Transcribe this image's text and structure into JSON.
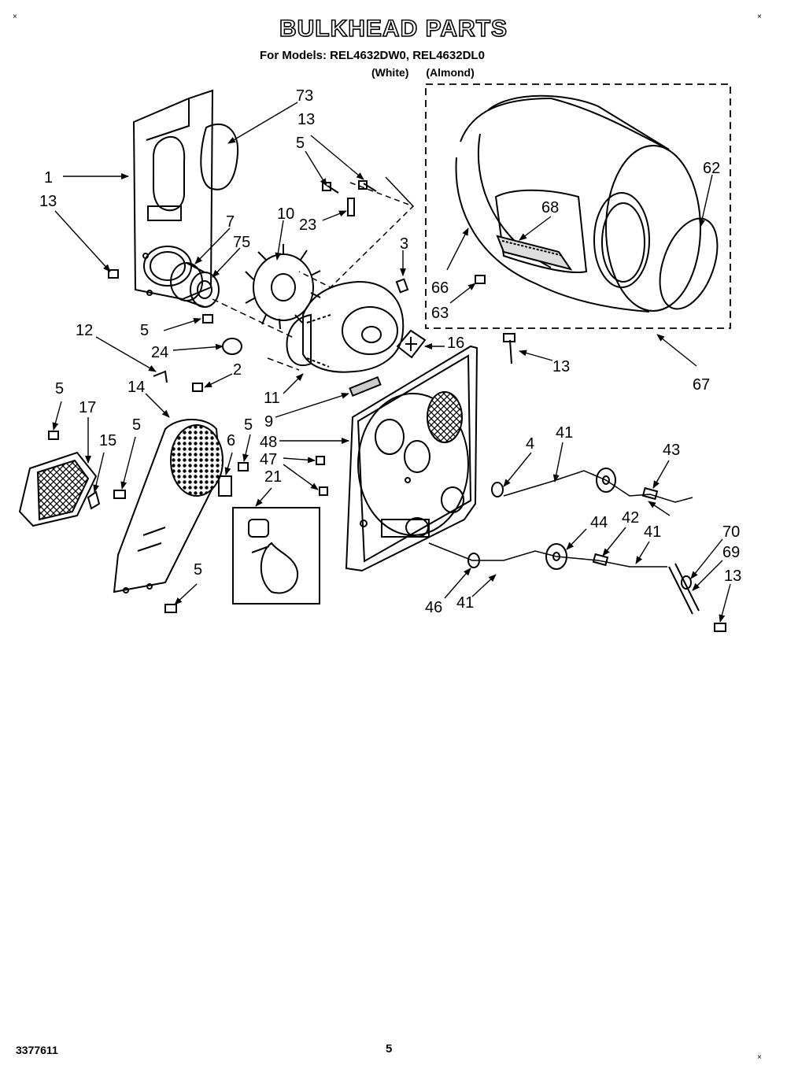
{
  "header": {
    "title": "BULKHEAD PARTS",
    "models_line": "For Models: REL4632DW0, REL4632DL0",
    "variant_white": "(White)",
    "variant_almond": "(Almond)"
  },
  "footer": {
    "doc_number": "3377611",
    "page_number": "5"
  },
  "corner_marks": [
    "×",
    "×",
    "×"
  ],
  "callouts": [
    {
      "id": "c73a",
      "text": "73"
    },
    {
      "id": "c13a",
      "text": "13"
    },
    {
      "id": "c5a",
      "text": "5"
    },
    {
      "id": "c1",
      "text": "1"
    },
    {
      "id": "c13b",
      "text": "13"
    },
    {
      "id": "c10",
      "text": "10"
    },
    {
      "id": "c23",
      "text": "23"
    },
    {
      "id": "c7",
      "text": "7"
    },
    {
      "id": "c75",
      "text": "75"
    },
    {
      "id": "c3",
      "text": "3"
    },
    {
      "id": "c62",
      "text": "62"
    },
    {
      "id": "c68",
      "text": "68"
    },
    {
      "id": "c66",
      "text": "66"
    },
    {
      "id": "c63",
      "text": "63"
    },
    {
      "id": "c12",
      "text": "12"
    },
    {
      "id": "c5b",
      "text": "5"
    },
    {
      "id": "c24",
      "text": "24"
    },
    {
      "id": "c2",
      "text": "2"
    },
    {
      "id": "c16",
      "text": "16"
    },
    {
      "id": "c13c",
      "text": "13"
    },
    {
      "id": "c67",
      "text": "67"
    },
    {
      "id": "c11",
      "text": "11"
    },
    {
      "id": "c9",
      "text": "9"
    },
    {
      "id": "c14",
      "text": "14"
    },
    {
      "id": "c5c",
      "text": "5"
    },
    {
      "id": "c17",
      "text": "17"
    },
    {
      "id": "c5d",
      "text": "5"
    },
    {
      "id": "c15",
      "text": "15"
    },
    {
      "id": "c6",
      "text": "6"
    },
    {
      "id": "c5e",
      "text": "5"
    },
    {
      "id": "c48",
      "text": "48"
    },
    {
      "id": "c47",
      "text": "47"
    },
    {
      "id": "c21",
      "text": "21"
    },
    {
      "id": "c4",
      "text": "4"
    },
    {
      "id": "c41a",
      "text": "41"
    },
    {
      "id": "c43",
      "text": "43"
    },
    {
      "id": "c44",
      "text": "44"
    },
    {
      "id": "c42",
      "text": "42"
    },
    {
      "id": "c41b",
      "text": "41"
    },
    {
      "id": "c70",
      "text": "70"
    },
    {
      "id": "c69",
      "text": "69"
    },
    {
      "id": "c13d",
      "text": "13"
    },
    {
      "id": "c5f",
      "text": "5"
    },
    {
      "id": "c46",
      "text": "46"
    },
    {
      "id": "c41c",
      "text": "41"
    }
  ]
}
